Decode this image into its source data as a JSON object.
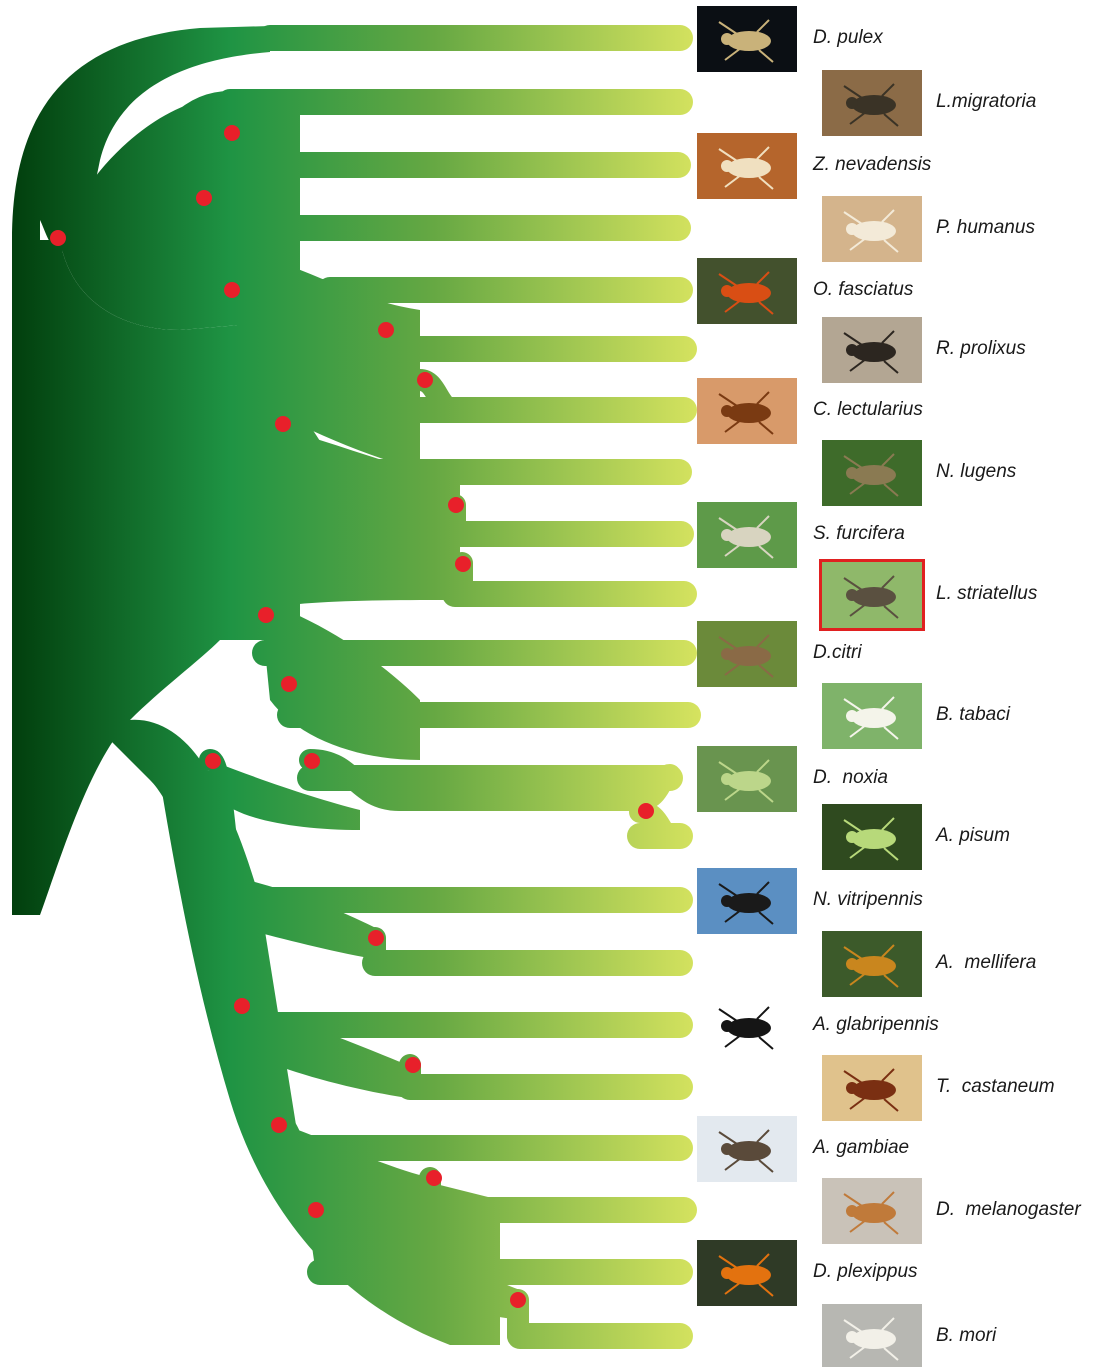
{
  "accent_colors": {
    "branch_dark": "#003a0a",
    "branch_mid": "#1f9444",
    "branch_tip": "#d6e35f",
    "node_dot": "#e8202a",
    "highlight_frame": "#e02020"
  },
  "taxa": [
    {
      "label": "D. pulex",
      "thumb_icon": "water-flea-icon",
      "thumb_bg": "#0b0f14",
      "subject": "#c9b27a"
    },
    {
      "label": "L.migratoria",
      "thumb_icon": "locust-icon",
      "thumb_bg": "#8b6b47",
      "subject": "#3a3326"
    },
    {
      "label": "Z. nevadensis",
      "thumb_icon": "termite-icon",
      "thumb_bg": "#b5652c",
      "subject": "#f0e0c0"
    },
    {
      "label": "P. humanus",
      "thumb_icon": "louse-icon",
      "thumb_bg": "#d4b48c",
      "subject": "#f3ead8"
    },
    {
      "label": "O. fasciatus",
      "thumb_icon": "milkweed-bug-icon",
      "thumb_bg": "#43512d",
      "subject": "#d94e14"
    },
    {
      "label": "R. prolixus",
      "thumb_icon": "kissing-bug-icon",
      "thumb_bg": "#b3a693",
      "subject": "#2c2620"
    },
    {
      "label": "C. lectularius",
      "thumb_icon": "bed-bug-icon",
      "thumb_bg": "#d89a6a",
      "subject": "#7a3a12"
    },
    {
      "label": "N. lugens",
      "thumb_icon": "planthopper-icon",
      "thumb_bg": "#3e6b2a",
      "subject": "#8a7a52"
    },
    {
      "label": "S. furcifera",
      "thumb_icon": "planthopper-icon",
      "thumb_bg": "#5e9a49",
      "subject": "#d8d4c0"
    },
    {
      "label": "L. striatellus",
      "thumb_icon": "planthopper-icon",
      "thumb_bg": "#8fb86a",
      "subject": "#5a5040",
      "highlighted": true
    },
    {
      "label": "D.citri",
      "thumb_icon": "psyllid-icon",
      "thumb_bg": "#6b8a3a",
      "subject": "#8a6a46"
    },
    {
      "label": "B. tabaci",
      "thumb_icon": "whitefly-icon",
      "thumb_bg": "#7fb36a",
      "subject": "#f4f4ea"
    },
    {
      "label": "D.  noxia",
      "thumb_icon": "aphid-icon",
      "thumb_bg": "#69944f",
      "subject": "#bcd68a"
    },
    {
      "label": "A. pisum",
      "thumb_icon": "aphid-icon",
      "thumb_bg": "#2f4a1f",
      "subject": "#b7d97a"
    },
    {
      "label": "N. vitripennis",
      "thumb_icon": "wasp-icon",
      "thumb_bg": "#5b8fc2",
      "subject": "#1a1a1a"
    },
    {
      "label": "A.  mellifera",
      "thumb_icon": "honeybee-icon",
      "thumb_bg": "#3c5a2a",
      "subject": "#c9861e"
    },
    {
      "label": "A. glabripennis",
      "thumb_icon": "longhorn-beetle-icon",
      "thumb_bg": "#ffffff",
      "subject": "#151515"
    },
    {
      "label": "T.  castaneum",
      "thumb_icon": "flour-beetle-icon",
      "thumb_bg": "#e0c28c",
      "subject": "#7a2f12"
    },
    {
      "label": "A. gambiae",
      "thumb_icon": "mosquito-icon",
      "thumb_bg": "#e3e9ef",
      "subject": "#5a4a3a"
    },
    {
      "label": "D.  melanogaster",
      "thumb_icon": "fruit-fly-icon",
      "thumb_bg": "#c9c2b8",
      "subject": "#c07a3a"
    },
    {
      "label": "D. plexippus",
      "thumb_icon": "butterfly-icon",
      "thumb_bg": "#2f3a26",
      "subject": "#e3720f"
    },
    {
      "label": "B. mori",
      "thumb_icon": "silkmoth-icon",
      "thumb_bg": "#b7b7b2",
      "subject": "#f2f0e8"
    }
  ]
}
